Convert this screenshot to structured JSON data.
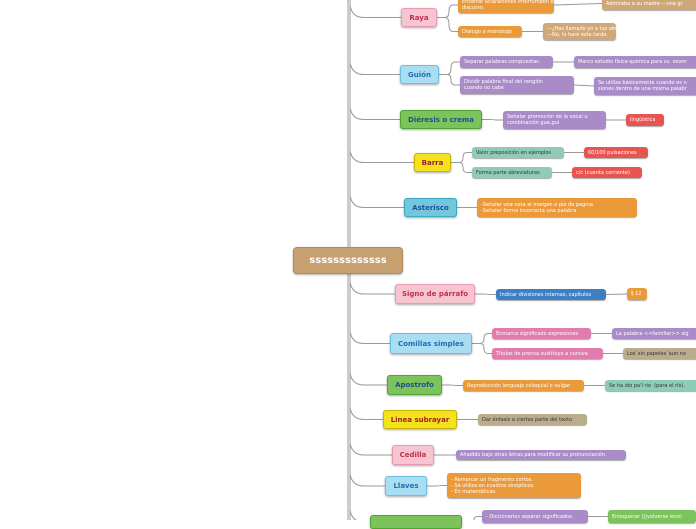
{
  "central": {
    "label": "sssssssssssss"
  },
  "colors": {
    "line": "#9a9a9a",
    "central": "#c8a070",
    "raya": "#f7c5d2",
    "guion": "#a9ddf2",
    "dieresis": "#7cc35c",
    "barra": "#f5e21e",
    "asterisco": "#73c7db",
    "orange": "#eb9a3a",
    "purple": "#a98bc8",
    "teal": "#8ecbb8",
    "red": "#e8544f",
    "blue": "#3d7fc4",
    "pink": "#e07cae",
    "olive": "#b9ad8c",
    "tan": "#d0a878"
  },
  "branches": [
    {
      "label": "Raya",
      "children": [
        {
          "text": "Encerrar aclaraciones interrumpen el\ndiscurso.",
          "children": [
            {
              "text": "Admiraba a su madre —una gr"
            }
          ]
        },
        {
          "text": "Dialogo o monologo",
          "children": [
            {
              "text": "—¿Has llamado yo a tus abuelos?\n—No, lo haré esta tarde."
            }
          ]
        }
      ]
    },
    {
      "label": "Guión",
      "children": [
        {
          "text": "Separar palabras compuestas.",
          "children": [
            {
              "text": "Marco estudio física-química para su  exam"
            }
          ]
        },
        {
          "text": "Dividir palabra final del renglón\ncuando no cabe",
          "children": [
            {
              "text": "Se utiliza básicamente cuando es n\nsiones dentro de una misma palabr"
            }
          ]
        }
      ]
    },
    {
      "label": "Diéresis o crema",
      "children": [
        {
          "text": "Señalar promoción de la vocal u\ncombinación gue,gui",
          "children": [
            {
              "text": "lingüística"
            }
          ]
        }
      ]
    },
    {
      "label": "Barra",
      "children": [
        {
          "text": "Valor preposición en ejemplos",
          "children": [
            {
              "text": "60/100 pulsaciones"
            }
          ]
        },
        {
          "text": "Forma parte abreviaturas",
          "children": [
            {
              "text": "c/c (cuenta corriente)"
            }
          ]
        }
      ]
    },
    {
      "label": "Asterisco",
      "children": [
        {
          "text": "-Señalar una nota al margen o pie de pagina\n-Señalar forma incorrecta una palabra",
          "children": []
        }
      ]
    },
    {
      "label": "Signo de párrafo",
      "children": [
        {
          "text": "Indicar divisiones internas, capítulos",
          "children": [
            {
              "text": "§ 12"
            }
          ]
        }
      ]
    },
    {
      "label": "Comillas simples",
      "children": [
        {
          "text": "Enmarca significado expresiones",
          "children": [
            {
              "text": "La palabra <<familiar>> sig"
            }
          ]
        },
        {
          "text": "Títulos de prensa sustituye a cursiva",
          "children": [
            {
              "text": "Los`sin papeles´aun no"
            }
          ]
        }
      ]
    },
    {
      "label": "Apostrofo",
      "children": [
        {
          "text": "Reproducción lenguaje coloquial o vulgar",
          "children": [
            {
              "text": "Se ha ido pa'l rio  (para el río)."
            }
          ]
        }
      ]
    },
    {
      "label": "Linea subrayar",
      "children": [
        {
          "text": "Dar énfasis a ciertas parte del texto",
          "children": []
        }
      ]
    },
    {
      "label": "Cedilla",
      "children": [
        {
          "text": "Añadido bajo otras letras para modificar su pronunciación.",
          "children": []
        }
      ]
    },
    {
      "label": "Llaves",
      "children": [
        {
          "text": "- Remarcar un fragmento cortos.\n- Se utiliza en cuadros sinópticos.\n- En matemáticas.",
          "children": []
        }
      ]
    },
    {
      "label": "",
      "children": [
        {
          "text": "- Diccionarios separar significados.",
          "children": [
            {
              "text": "Enloquecer (||volverse loco)"
            }
          ]
        }
      ]
    }
  ]
}
